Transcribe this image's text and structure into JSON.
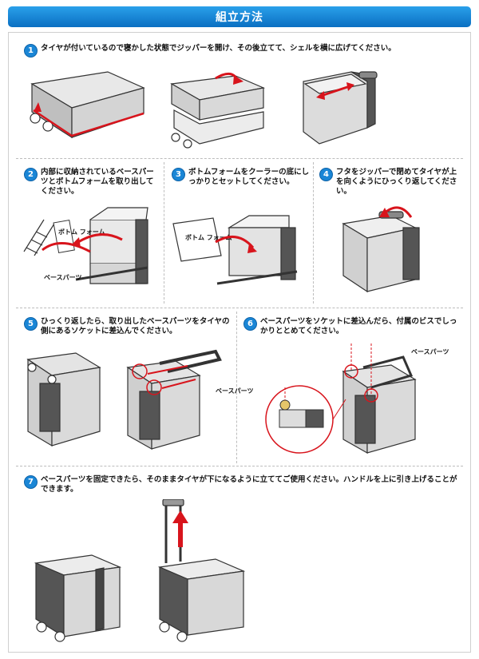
{
  "header": {
    "title": "組立方法"
  },
  "steps": [
    {
      "number": "1",
      "text": "タイヤが付いているので寝かした状態でジッパーを開け、その後立てて、シェルを横に広げてください。"
    },
    {
      "number": "2",
      "text": "内部に収納されているベースパーツとボトムフォームを取り出してください。"
    },
    {
      "number": "3",
      "text": "ボトムフォームをクーラーの底にしっかりとセットしてください。"
    },
    {
      "number": "4",
      "text": "フタをジッパーで閉めてタイヤが上を向くようにひっくり返してください。"
    },
    {
      "number": "5",
      "text": "ひっくり返したら、取り出したベースパーツをタイヤの側にあるソケットに差込んでください。"
    },
    {
      "number": "6",
      "text": "ベースパーツをソケットに差込んだら、付属のビスでしっかりととめてください。"
    },
    {
      "number": "7",
      "text": "ベースパーツを固定できたら、そのままタイヤが下になるように立ててご使用ください。ハンドルを上に引き上げることができます。"
    }
  ],
  "labels": {
    "base_part_2": "ベースパーツ",
    "bottom_form_2": "ボトム フォーム",
    "bottom_form_3": "ボトム フォーム",
    "base_part_5": "ベースパーツ",
    "base_part_6": "ベースパーツ"
  },
  "colors": {
    "accent": "#1a86d6",
    "arrow": "#d8141c"
  }
}
